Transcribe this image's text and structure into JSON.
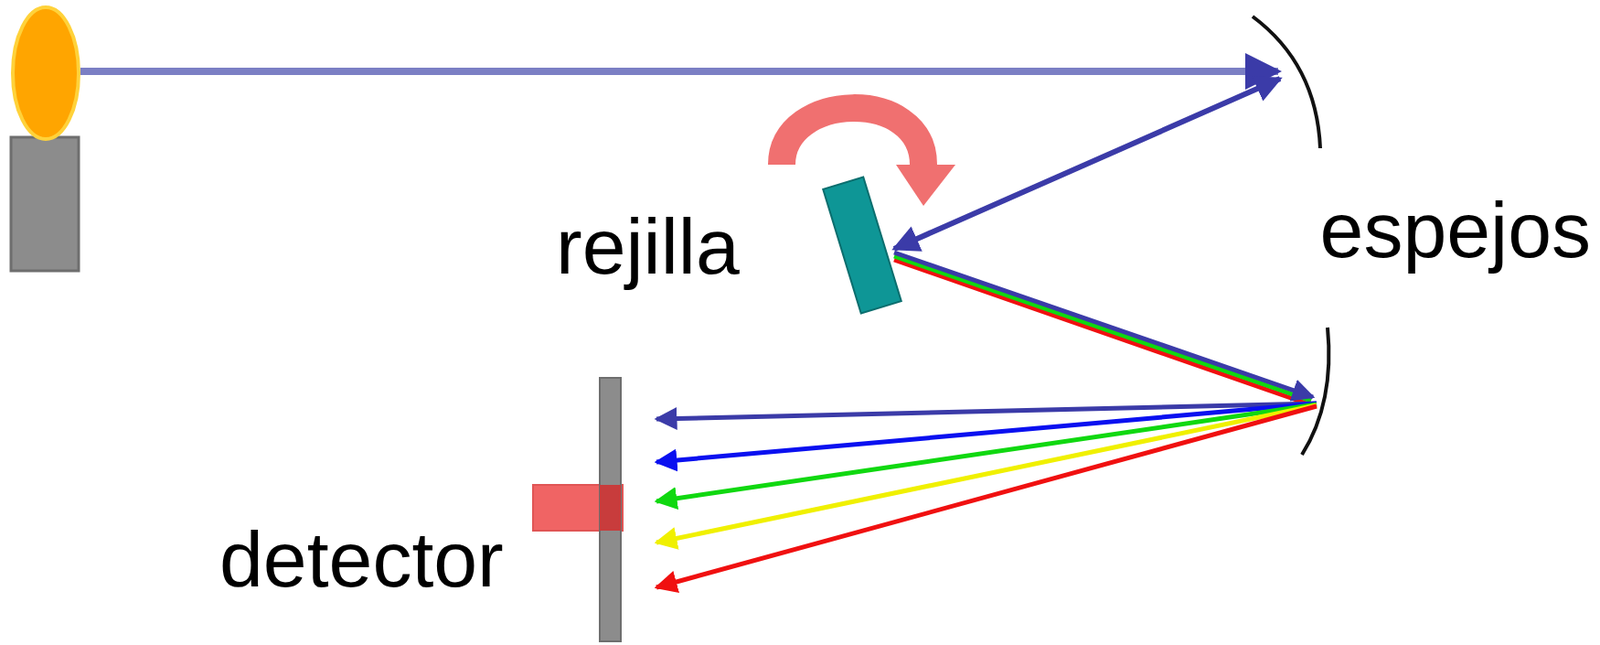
{
  "diagram": {
    "labels": [
      "rejilla",
      "espejos",
      "detector"
    ]
  }
}
